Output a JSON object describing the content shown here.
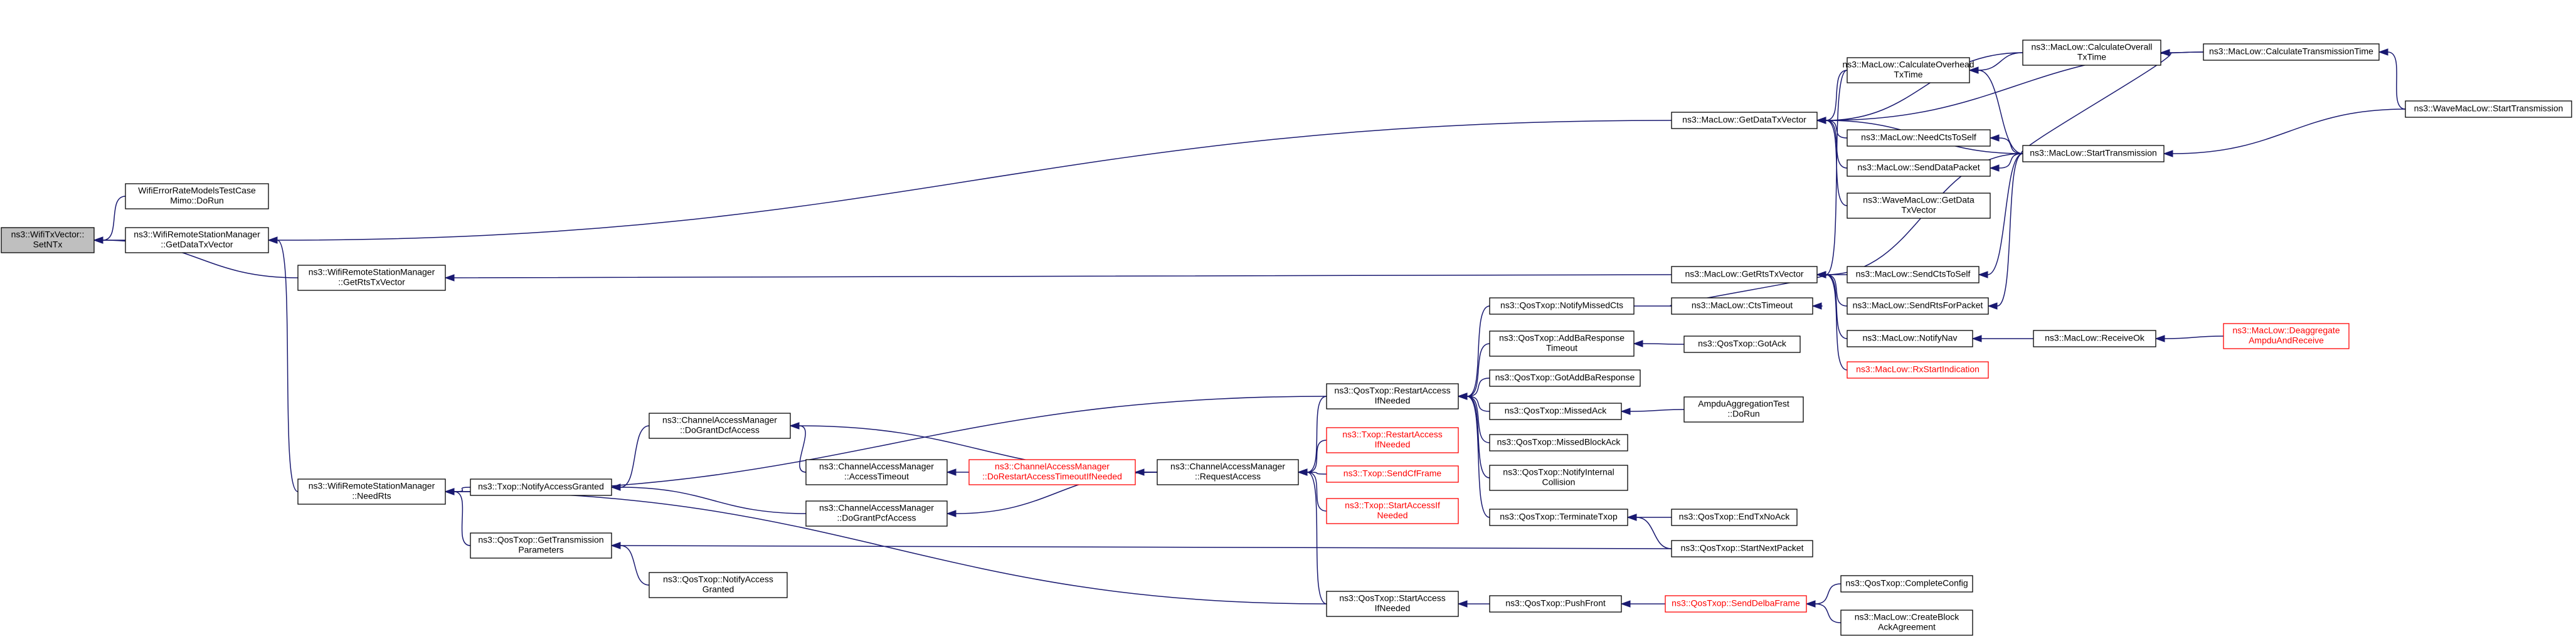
{
  "colors": {
    "edge": "#191970",
    "root_fill": "#bfbfbf",
    "node_fill": "#ffffff",
    "truncated_border": "#ff0000"
  },
  "nodes": [
    {
      "id": "n0",
      "lines": [
        "ns3::WifiTxVector::",
        "SetNTx"
      ],
      "style": "root"
    },
    {
      "id": "n1",
      "lines": [
        "WifiErrorRateModelsTestCase",
        "Mimo::DoRun"
      ]
    },
    {
      "id": "n2",
      "lines": [
        "ns3::WifiRemoteStationManager",
        "::GetDataTxVector"
      ]
    },
    {
      "id": "n3",
      "lines": [
        "ns3::WifiRemoteStationManager",
        "::GetRtsTxVector"
      ]
    },
    {
      "id": "n4",
      "lines": [
        "ns3::WifiRemoteStationManager",
        "::NeedRts"
      ]
    },
    {
      "id": "n5",
      "lines": [
        "ns3::MacLow::GetDataTxVector"
      ]
    },
    {
      "id": "n6",
      "lines": [
        "ns3::MacLow::GetRtsTxVector"
      ]
    },
    {
      "id": "n7",
      "lines": [
        "ns3::MacLow::CalculateOverhead",
        "TxTime"
      ]
    },
    {
      "id": "n8",
      "lines": [
        "ns3::MacLow::CalculateOverall",
        "TxTime"
      ]
    },
    {
      "id": "n9",
      "lines": [
        "ns3::MacLow::CalculateTransmissionTime"
      ]
    },
    {
      "id": "n10",
      "lines": [
        "ns3::MacLow::NeedCtsToSelf"
      ]
    },
    {
      "id": "n11",
      "lines": [
        "ns3::MacLow::SendDataPacket"
      ]
    },
    {
      "id": "n12",
      "lines": [
        "ns3::MacLow::StartTransmission"
      ]
    },
    {
      "id": "n13",
      "lines": [
        "ns3::WaveMacLow::StartTransmission"
      ]
    },
    {
      "id": "n14",
      "lines": [
        "ns3::WaveMacLow::GetData",
        "TxVector"
      ]
    },
    {
      "id": "n15",
      "lines": [
        "ns3::MacLow::SendCtsToSelf"
      ]
    },
    {
      "id": "n16",
      "lines": [
        "ns3::MacLow::SendRtsForPacket"
      ]
    },
    {
      "id": "n17",
      "lines": [
        "ns3::MacLow::CtsTimeout"
      ]
    },
    {
      "id": "n18",
      "lines": [
        "ns3::MacLow::NotifyNav"
      ]
    },
    {
      "id": "n19",
      "lines": [
        "ns3::MacLow::ReceiveOk"
      ]
    },
    {
      "id": "n20",
      "lines": [
        "ns3::MacLow::Deaggregate",
        "AmpduAndReceive"
      ],
      "style": "truncated"
    },
    {
      "id": "n21",
      "lines": [
        "ns3::MacLow::RxStartIndication"
      ],
      "style": "truncated"
    },
    {
      "id": "n22",
      "lines": [
        "ns3::QosTxop::NotifyMissedCts"
      ]
    },
    {
      "id": "n23",
      "lines": [
        "ns3::QosTxop::AddBaResponse",
        "Timeout"
      ]
    },
    {
      "id": "n24",
      "lines": [
        "ns3::QosTxop::GotAck"
      ]
    },
    {
      "id": "n25",
      "lines": [
        "ns3::QosTxop::GotAddBaResponse"
      ]
    },
    {
      "id": "n26",
      "lines": [
        "ns3::QosTxop::MissedAck"
      ]
    },
    {
      "id": "n27",
      "lines": [
        "AmpduAggregationTest",
        "::DoRun"
      ]
    },
    {
      "id": "n28",
      "lines": [
        "ns3::QosTxop::MissedBlockAck"
      ]
    },
    {
      "id": "n29",
      "lines": [
        "ns3::QosTxop::NotifyInternal",
        "Collision"
      ]
    },
    {
      "id": "n30",
      "lines": [
        "ns3::QosTxop::TerminateTxop"
      ]
    },
    {
      "id": "n31",
      "lines": [
        "ns3::QosTxop::EndTxNoAck"
      ]
    },
    {
      "id": "n32",
      "lines": [
        "ns3::QosTxop::StartNextPacket"
      ]
    },
    {
      "id": "n33",
      "lines": [
        "ns3::QosTxop::RestartAccess",
        "IfNeeded"
      ]
    },
    {
      "id": "n34",
      "lines": [
        "ns3::Txop::RestartAccess",
        "IfNeeded"
      ],
      "style": "truncated"
    },
    {
      "id": "n35",
      "lines": [
        "ns3::Txop::SendCfFrame"
      ],
      "style": "truncated"
    },
    {
      "id": "n36",
      "lines": [
        "ns3::Txop::StartAccessIf",
        "Needed"
      ],
      "style": "truncated"
    },
    {
      "id": "n37",
      "lines": [
        "ns3::ChannelAccessManager",
        "::RequestAccess"
      ]
    },
    {
      "id": "n38",
      "lines": [
        "ns3::ChannelAccessManager",
        "::DoRestartAccessTimeoutIfNeeded"
      ],
      "style": "truncated"
    },
    {
      "id": "n39",
      "lines": [
        "ns3::ChannelAccessManager",
        "::AccessTimeout"
      ]
    },
    {
      "id": "n40",
      "lines": [
        "ns3::ChannelAccessManager",
        "::DoGrantDcfAccess"
      ]
    },
    {
      "id": "n41",
      "lines": [
        "ns3::ChannelAccessManager",
        "::DoGrantPcfAccess"
      ]
    },
    {
      "id": "n42",
      "lines": [
        "ns3::Txop::NotifyAccessGranted"
      ]
    },
    {
      "id": "n43",
      "lines": [
        "ns3::QosTxop::GetTransmission",
        "Parameters"
      ]
    },
    {
      "id": "n44",
      "lines": [
        "ns3::QosTxop::NotifyAccess",
        "Granted"
      ]
    },
    {
      "id": "n45",
      "lines": [
        "ns3::QosTxop::StartAccess",
        "IfNeeded"
      ]
    },
    {
      "id": "n46",
      "lines": [
        "ns3::QosTxop::PushFront"
      ]
    },
    {
      "id": "n47",
      "lines": [
        "ns3::QosTxop::SendDelbaFrame"
      ],
      "style": "truncated"
    },
    {
      "id": "n48",
      "lines": [
        "ns3::QosTxop::CompleteConfig"
      ]
    },
    {
      "id": "n49",
      "lines": [
        "ns3::MacLow::CreateBlock",
        "AckAgreement"
      ]
    }
  ],
  "edges": [
    {
      "from": "n1",
      "to": "n0"
    },
    {
      "from": "n2",
      "to": "n0"
    },
    {
      "from": "n3",
      "to": "n0"
    },
    {
      "from": "n4",
      "to": "n2"
    },
    {
      "from": "n5",
      "to": "n2"
    },
    {
      "from": "n6",
      "to": "n3"
    },
    {
      "from": "n7",
      "to": "n5"
    },
    {
      "from": "n8",
      "to": "n5"
    },
    {
      "from": "n9",
      "to": "n5"
    },
    {
      "from": "n10",
      "to": "n5"
    },
    {
      "from": "n11",
      "to": "n5"
    },
    {
      "from": "n12",
      "to": "n5"
    },
    {
      "from": "n14",
      "to": "n5"
    },
    {
      "from": "n7",
      "to": "n6"
    },
    {
      "from": "n15",
      "to": "n6"
    },
    {
      "from": "n16",
      "to": "n6"
    },
    {
      "from": "n17",
      "to": "n6"
    },
    {
      "from": "n18",
      "to": "n6"
    },
    {
      "from": "n21",
      "to": "n6"
    },
    {
      "from": "n12",
      "to": "n6"
    },
    {
      "from": "n8",
      "to": "n7"
    },
    {
      "from": "n12",
      "to": "n7"
    },
    {
      "from": "n9",
      "to": "n8"
    },
    {
      "from": "n12",
      "to": "n8"
    },
    {
      "from": "n13",
      "to": "n9"
    },
    {
      "from": "n12",
      "to": "n10"
    },
    {
      "from": "n12",
      "to": "n11"
    },
    {
      "from": "n13",
      "to": "n12"
    },
    {
      "from": "n12",
      "to": "n15"
    },
    {
      "from": "n12",
      "to": "n16"
    },
    {
      "from": "n22",
      "to": "n17"
    },
    {
      "from": "n19",
      "to": "n18"
    },
    {
      "from": "n20",
      "to": "n19"
    },
    {
      "from": "n33",
      "to": "n4"
    },
    {
      "from": "n42",
      "to": "n4"
    },
    {
      "from": "n43",
      "to": "n4"
    },
    {
      "from": "n45",
      "to": "n4"
    },
    {
      "from": "n22",
      "to": "n33"
    },
    {
      "from": "n23",
      "to": "n33"
    },
    {
      "from": "n25",
      "to": "n33"
    },
    {
      "from": "n26",
      "to": "n33"
    },
    {
      "from": "n28",
      "to": "n33"
    },
    {
      "from": "n29",
      "to": "n33"
    },
    {
      "from": "n30",
      "to": "n33"
    },
    {
      "from": "n24",
      "to": "n23"
    },
    {
      "from": "n27",
      "to": "n26"
    },
    {
      "from": "n31",
      "to": "n30"
    },
    {
      "from": "n32",
      "to": "n30"
    },
    {
      "from": "n33",
      "to": "n37"
    },
    {
      "from": "n34",
      "to": "n37"
    },
    {
      "from": "n35",
      "to": "n37"
    },
    {
      "from": "n36",
      "to": "n37"
    },
    {
      "from": "n45",
      "to": "n37"
    },
    {
      "from": "n37",
      "to": "n38"
    },
    {
      "from": "n38",
      "to": "n39"
    },
    {
      "from": "n39",
      "to": "n40"
    },
    {
      "from": "n37",
      "to": "n40"
    },
    {
      "from": "n37",
      "to": "n41"
    },
    {
      "from": "n40",
      "to": "n42"
    },
    {
      "from": "n41",
      "to": "n42"
    },
    {
      "from": "n32",
      "to": "n43"
    },
    {
      "from": "n44",
      "to": "n43"
    },
    {
      "from": "n46",
      "to": "n45"
    },
    {
      "from": "n47",
      "to": "n46"
    },
    {
      "from": "n48",
      "to": "n47"
    },
    {
      "from": "n49",
      "to": "n47"
    }
  ]
}
